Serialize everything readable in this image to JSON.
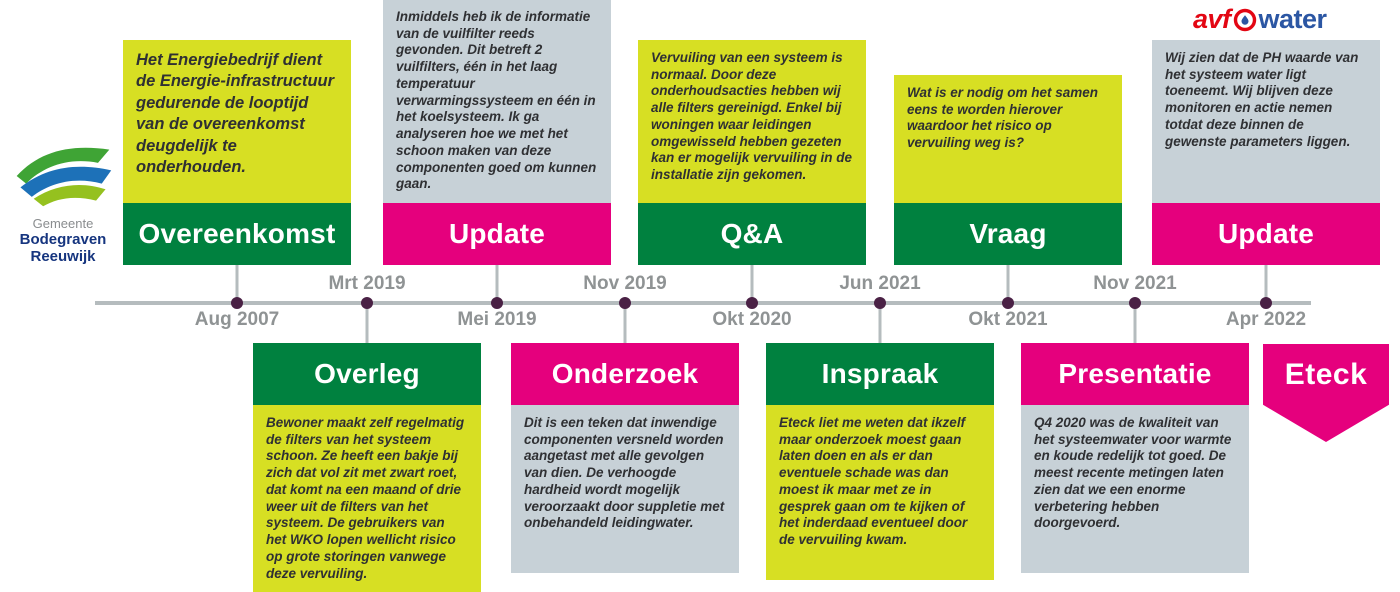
{
  "colors": {
    "green": "#00813F",
    "magenta": "#E5007D",
    "yellow": "#D7DF23",
    "graybox": "#C7D1D7",
    "line": "#B5BCBE",
    "dot": "#4A2145",
    "date": "#8F9394",
    "bodytext": "#2F3033",
    "gemeente_blue": "#16357F",
    "avf_red": "#E30613",
    "avf_blue": "#2B56A3",
    "eteck_magenta": "#E5007D"
  },
  "logos": {
    "gemeente": {
      "title": "Gemeente",
      "name_line1": "Bodegraven",
      "name_line2": "Reeuwijk"
    },
    "avf_water": {
      "prefix": "avf",
      "suffix": "water"
    },
    "eteck": {
      "name": "Eteck"
    }
  },
  "events_top": [
    {
      "title": "Overeenkomst",
      "date": "Aug 2007",
      "text": "Het Energiebedrijf dient de Energie-infrastructuur gedurende de looptijd van de overeenkomst deugdelijk te onderhouden."
    },
    {
      "title": "Update",
      "date": "Mei 2019",
      "text": "Inmiddels heb ik de informatie van de vuilfilter reeds gevonden. Dit betreft 2 vuilfilters, één in het laag temperatuur verwarmingssysteem en één in het koelsysteem. Ik ga analyseren hoe we met het schoon maken van deze componenten goed om kunnen gaan."
    },
    {
      "title": "Q&A",
      "date": "Okt 2020",
      "text": "Vervuiling van een systeem is normaal. Door deze onderhoudsacties hebben wij alle filters gereinigd. Enkel bij woningen waar leidingen omgewisseld hebben gezeten kan er mogelijk vervuiling in de installatie zijn gekomen."
    },
    {
      "title": "Vraag",
      "date": "Okt 2021",
      "text": "Wat is er nodig om het samen eens te worden hierover waardoor het risico op vervuiling weg is?"
    },
    {
      "title": "Update",
      "date": "Apr 2022",
      "text": "Wij zien dat de PH waarde van het systeem water ligt toeneemt. Wij blijven deze monitoren en actie nemen totdat deze binnen de gewenste parameters liggen."
    }
  ],
  "events_bottom": [
    {
      "title": "Overleg",
      "date": "Mrt 2019",
      "text": "Bewoner maakt zelf regelmatig de filters van het systeem schoon. Ze heeft een bakje bij zich dat vol zit met zwart roet, dat komt na een maand of drie weer uit de filters van het systeem. De gebruikers van het WKO lopen wellicht risico op grote storingen vanwege deze vervuiling."
    },
    {
      "title": "Onderzoek",
      "date": "Nov 2019",
      "text": "Dit is een teken dat inwendige componenten versneld worden aangetast met alle gevolgen van dien. De verhoogde hardheid wordt mogelijk veroorzaakt door suppletie met onbehandeld leidingwater."
    },
    {
      "title": "Inspraak",
      "date": "Jun 2021",
      "text": "Eteck liet me weten dat ikzelf maar onderzoek moest gaan laten doen en als er dan eventuele schade was dan moest ik maar met ze in gesprek gaan om te kijken of het inderdaad eventueel door de vervuiling kwam."
    },
    {
      "title": "Presentatie",
      "date": "Nov 2021",
      "text": "Q4 2020 was de kwaliteit van het systeemwater voor warmte en koude redelijk tot goed. De meest recente metingen laten zien dat we een enorme verbetering hebben doorgevoerd."
    }
  ]
}
